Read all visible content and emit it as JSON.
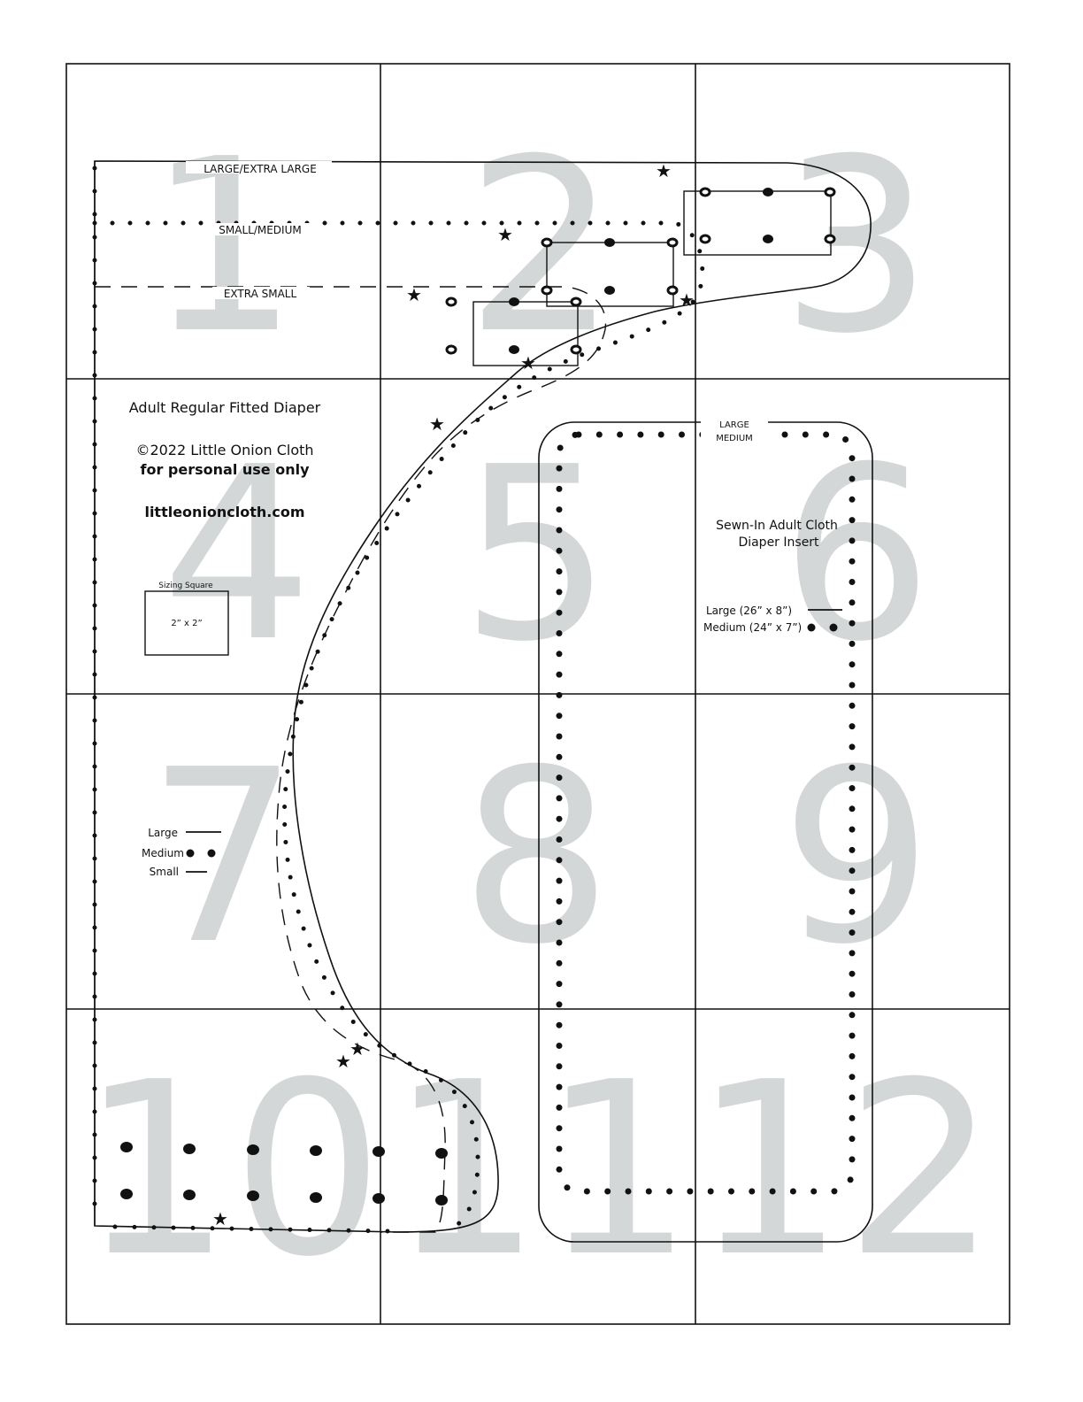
{
  "tile_numbers": [
    "1",
    "2",
    "3",
    "4",
    "5",
    "6",
    "7",
    "8",
    "9",
    "10",
    "11",
    "12"
  ],
  "diaper": {
    "title": "Adult Regular Fitted Diaper",
    "copyright": "©2022 Little Onion Cloth",
    "usage": "for personal use only",
    "website": "littleonioncloth.com",
    "size_labels": {
      "large_xl": "LARGE/EXTRA LARGE",
      "small_medium": "SMALL/MEDIUM",
      "extra_small": "EXTRA SMALL"
    },
    "legend": [
      {
        "label": "Large",
        "line_style": "solid"
      },
      {
        "label": "Medium",
        "line_style": "dotted"
      },
      {
        "label": "Small",
        "line_style": "dashed"
      }
    ]
  },
  "sizing_square": {
    "caption": "Sizing Square",
    "dimensions": "2” x 2”"
  },
  "insert": {
    "title_line1": "Sewn-In Adult Cloth",
    "title_line2": "Diaper Insert",
    "top_label_large": "LARGE",
    "top_label_medium": "MEDIUM",
    "legend": [
      {
        "label": "Large (26” x 8”)",
        "line_style": "solid"
      },
      {
        "label": "Medium (24” x 7”)",
        "line_style": "dotted"
      }
    ]
  },
  "colors": {
    "ink": "#111111",
    "tile_number": "#d4d7d8"
  }
}
